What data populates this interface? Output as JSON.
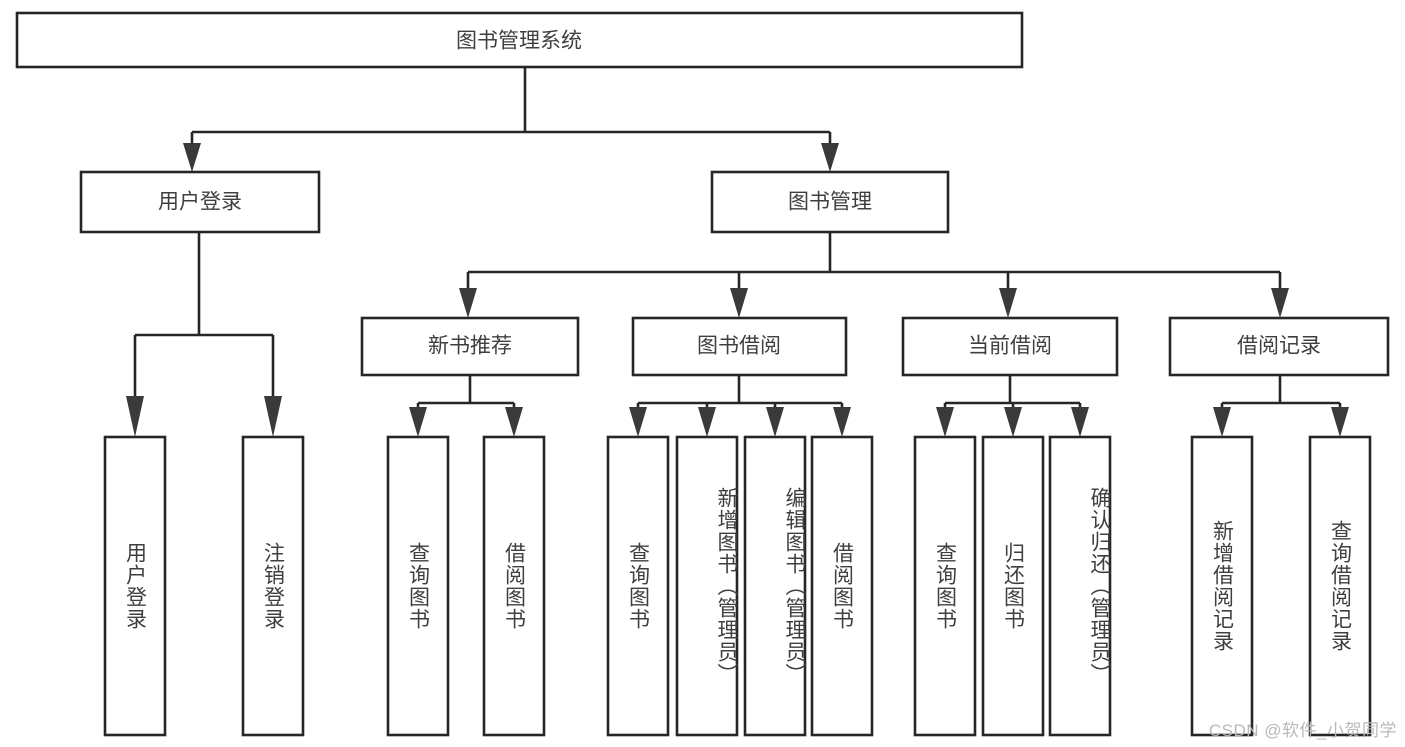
{
  "diagram": {
    "type": "tree",
    "title": "图书管理系统",
    "watermark": "CSDN @软件_小贺同学",
    "colors": {
      "box_stroke": "#262626",
      "box_fill": "#ffffff",
      "text": "#3f3f3f",
      "arrow": "#3a3a3a",
      "watermark": "#b9b9b9"
    },
    "root": {
      "label": "图书管理系统"
    },
    "level2": [
      {
        "label": "用户登录"
      },
      {
        "label": "图书管理"
      }
    ],
    "level3": [
      {
        "label": "新书推荐"
      },
      {
        "label": "图书借阅"
      },
      {
        "label": "当前借阅"
      },
      {
        "label": "借阅记录"
      }
    ],
    "leaves": {
      "user_login": [
        {
          "label": "用户登录"
        },
        {
          "label": "注销登录"
        }
      ],
      "new_book_recommend": [
        {
          "label": "查询图书"
        },
        {
          "label": "借阅图书"
        }
      ],
      "book_borrow": [
        {
          "label": "查询图书"
        },
        {
          "label": "新增图书（管理员）"
        },
        {
          "label": "编辑图书（管理员）"
        },
        {
          "label": "借阅图书"
        }
      ],
      "current_borrow": [
        {
          "label": "查询图书"
        },
        {
          "label": "归还图书"
        },
        {
          "label": "确认归还（管理员）"
        }
      ],
      "borrow_record": [
        {
          "label": "新增借阅记录"
        },
        {
          "label": "查询借阅记录"
        }
      ]
    }
  }
}
